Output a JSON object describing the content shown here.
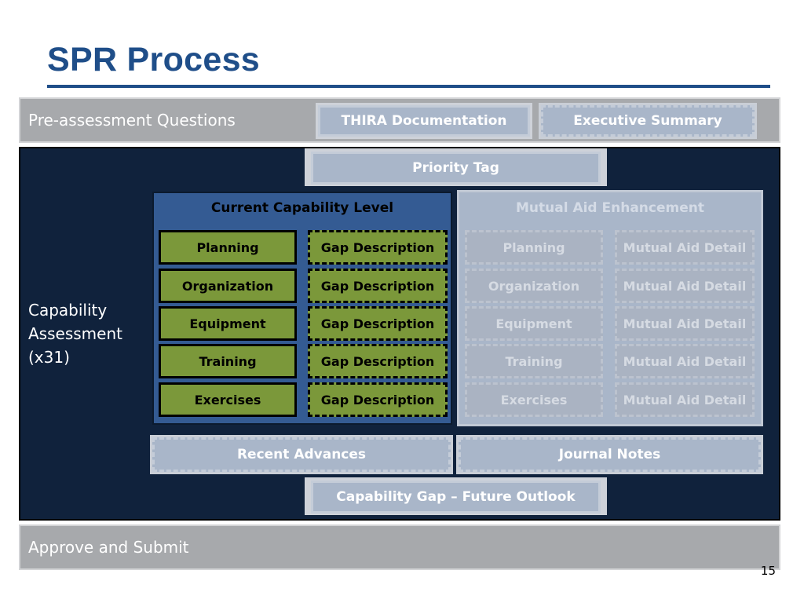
{
  "title": "SPR Process",
  "pre_assessment": {
    "label": "Pre-assessment Questions",
    "boxes": [
      "THIRA Documentation",
      "Executive Summary"
    ]
  },
  "capability_assessment": {
    "label_lines": [
      "Capability",
      "Assessment",
      "(x31)"
    ],
    "priority_tag": "Priority Tag",
    "current_capability": {
      "title": "Current Capability Level",
      "rows": [
        {
          "element": "Planning",
          "gap": "Gap Description"
        },
        {
          "element": "Organization",
          "gap": "Gap Description"
        },
        {
          "element": "Equipment",
          "gap": "Gap Description"
        },
        {
          "element": "Training",
          "gap": "Gap Description"
        },
        {
          "element": "Exercises",
          "gap": "Gap Description"
        }
      ]
    },
    "mutual_aid": {
      "title": "Mutual Aid Enhancement",
      "rows": [
        {
          "element": "Planning",
          "detail": "Mutual Aid Detail"
        },
        {
          "element": "Organization",
          "detail": "Mutual Aid Detail"
        },
        {
          "element": "Equipment",
          "detail": "Mutual Aid Detail"
        },
        {
          "element": "Training",
          "detail": "Mutual Aid Detail"
        },
        {
          "element": "Exercises",
          "detail": "Mutual Aid Detail"
        }
      ]
    },
    "recent_advances": "Recent Advances",
    "journal_notes": "Journal Notes",
    "future_outlook": "Capability Gap – Future Outlook"
  },
  "approve": {
    "label": "Approve and Submit"
  },
  "page_number": "15",
  "colors": {
    "title_blue": "#1f4e89",
    "navy_panel": "#10223c",
    "current_panel_blue": "#345b93",
    "element_green": "#7b983a",
    "band_gray": "#a7a9ac",
    "ghost_blue_gray": "#a9b6c9"
  }
}
